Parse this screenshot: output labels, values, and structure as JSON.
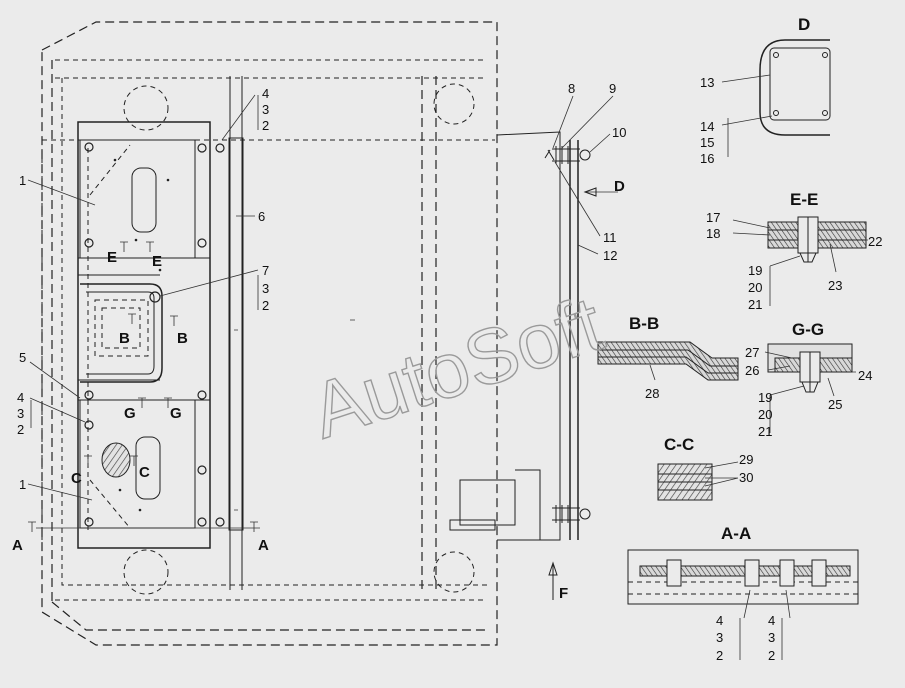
{
  "watermark": "AutoSoft",
  "views": {
    "D": "D",
    "EE": "E-E",
    "BB": "B-B",
    "GG": "G-G",
    "CC": "C-C",
    "AA": "A-A"
  },
  "arrows": {
    "D": "D",
    "F": "F",
    "A": "A",
    "B": "B",
    "C": "C",
    "E": "E",
    "G": "G"
  },
  "callouts": {
    "n1": "1",
    "n2": "2",
    "n3": "3",
    "n4": "4",
    "n5": "5",
    "n6": "6",
    "n7": "7",
    "n8": "8",
    "n9": "9",
    "n10": "10",
    "n11": "11",
    "n12": "12",
    "n13": "13",
    "n14": "14",
    "n15": "15",
    "n16": "16",
    "n17": "17",
    "n18": "18",
    "n19": "19",
    "n20": "20",
    "n21": "21",
    "n22": "22",
    "n23": "23",
    "n24": "24",
    "n25": "25",
    "n26": "26",
    "n27": "27",
    "n28": "28",
    "n29": "29",
    "n30": "30"
  },
  "colors": {
    "background": "#ebebeb",
    "line": "#222222",
    "hatch": "#444444",
    "watermark": "#9a9a9a"
  }
}
